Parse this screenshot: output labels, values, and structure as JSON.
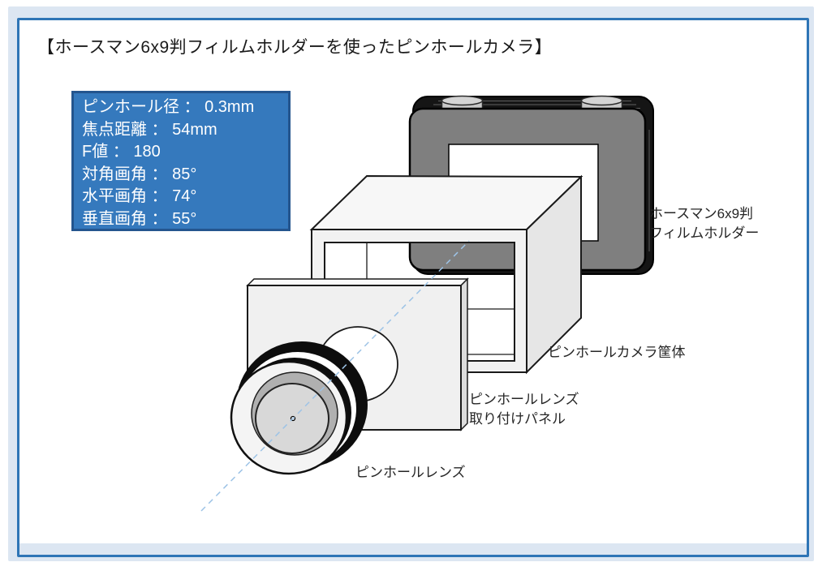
{
  "title": "【ホースマン6x9判フィルムホルダーを使ったピンホールカメラ】",
  "frame": {
    "outer_bg": "#dce6f2",
    "border_color": "#2e75b6"
  },
  "spec_box": {
    "bg": "#3579bd",
    "border_color": "#24558e",
    "lines": [
      "ピンホール径 ： 0.3mm",
      "焦点距離 ： 54mm",
      "F値 ： 180",
      "対角画角 ： 85°",
      "水平画角 ： 74°",
      "垂直画角 ： 55°"
    ]
  },
  "labels": {
    "film_holder": "ホースマン6x9判\nフィルムホルダー",
    "camera_body": "ピンホールカメラ筐体",
    "lens_panel": "ピンホールレンズ\n取り付けパネル",
    "lens": "ピンホールレンズ"
  },
  "diagram": {
    "colors": {
      "stack_black": "#151515",
      "holder_gray": "#7f7f7f",
      "window_white": "#ffffff",
      "knob_gray": "#c9c9c9",
      "knob_top_gray": "#d4d4d4",
      "box_front": "#f2f2f2",
      "box_top": "#f7f7f7",
      "box_right": "#e6e6e6",
      "panel_front": "#f0f0f0",
      "panel_top": "#fafafa",
      "panel_side": "#dcdcdc",
      "lens_ring_black": "#0d0d0d",
      "lens_face": "#f4f4f4",
      "lens_shoulder": "#b0b0b0",
      "lens_disc": "#d8d8d8",
      "axis_blue": "#9dc3e6",
      "outline": "#1a1a1a"
    }
  }
}
